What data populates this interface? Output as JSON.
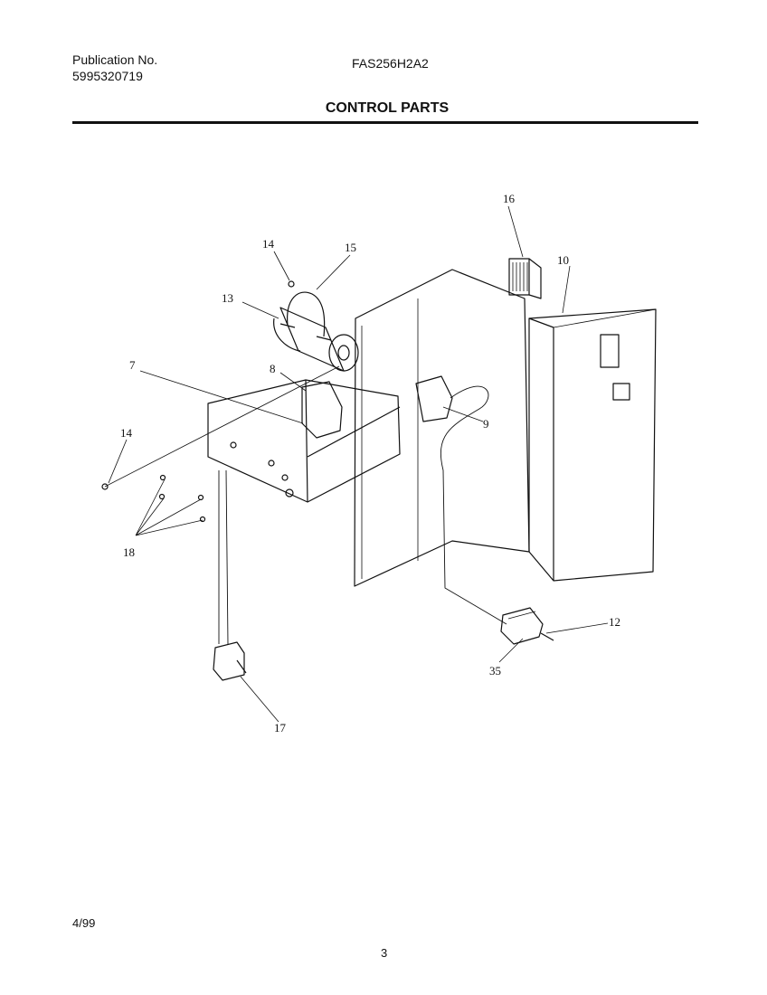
{
  "header": {
    "publication_label": "Publication No.",
    "publication_number": "5995320719",
    "model": "FAS256H2A2",
    "title": "CONTROL PARTS"
  },
  "callouts": [
    {
      "id": "c16",
      "label": "16"
    },
    {
      "id": "c10",
      "label": "10"
    },
    {
      "id": "c14a",
      "label": "14"
    },
    {
      "id": "c15",
      "label": "15"
    },
    {
      "id": "c13",
      "label": "13"
    },
    {
      "id": "c7",
      "label": "7"
    },
    {
      "id": "c8",
      "label": "8"
    },
    {
      "id": "c9",
      "label": "9"
    },
    {
      "id": "c14b",
      "label": "14"
    },
    {
      "id": "c18",
      "label": "18"
    },
    {
      "id": "c12",
      "label": "12"
    },
    {
      "id": "c35",
      "label": "35"
    },
    {
      "id": "c17",
      "label": "17"
    }
  ],
  "footer": {
    "date": "4/99",
    "page": "3"
  }
}
